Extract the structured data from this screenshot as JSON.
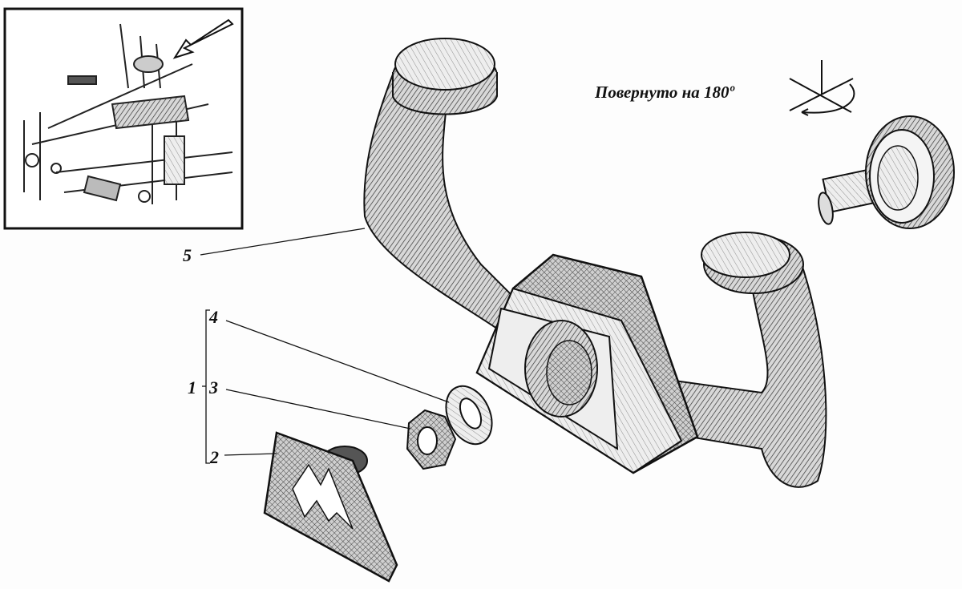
{
  "caption": "Повернуто на 180º",
  "labels": {
    "assembly": "1",
    "nameplate": "2",
    "nut": "3",
    "washer": "4",
    "handle": "5"
  },
  "inset": {
    "description_icon": "tractor-control-linkage-overview"
  }
}
